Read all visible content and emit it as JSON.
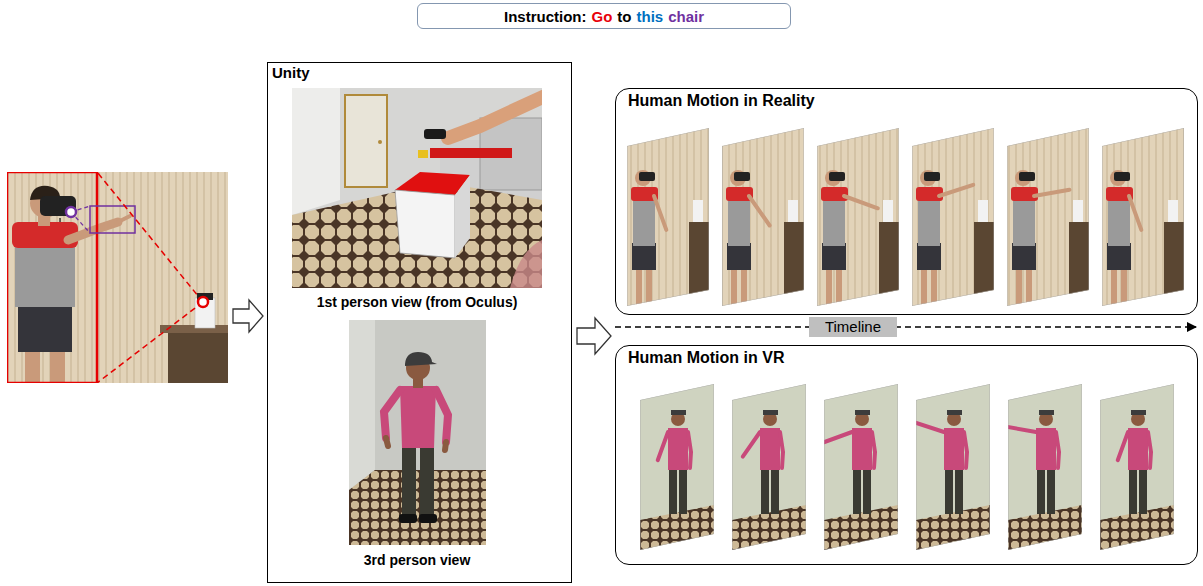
{
  "diagram": {
    "nodes": [
      {
        "text": [
          "Instruction:",
          "Go",
          "to",
          "this",
          "chair"
        ]
      },
      {
        "text": [
          "Unity"
        ]
      },
      {
        "text": [
          "1st person view (from Oculus)"
        ],
        "in": 1
      },
      {
        "text": [
          "3rd person view"
        ],
        "in": 1
      },
      {
        "text": [
          "Human Motion in Reality"
        ]
      },
      {
        "text": [
          "Timeline"
        ]
      },
      {
        "text": [
          "Human Motion in VR"
        ]
      }
    ]
  }
}
